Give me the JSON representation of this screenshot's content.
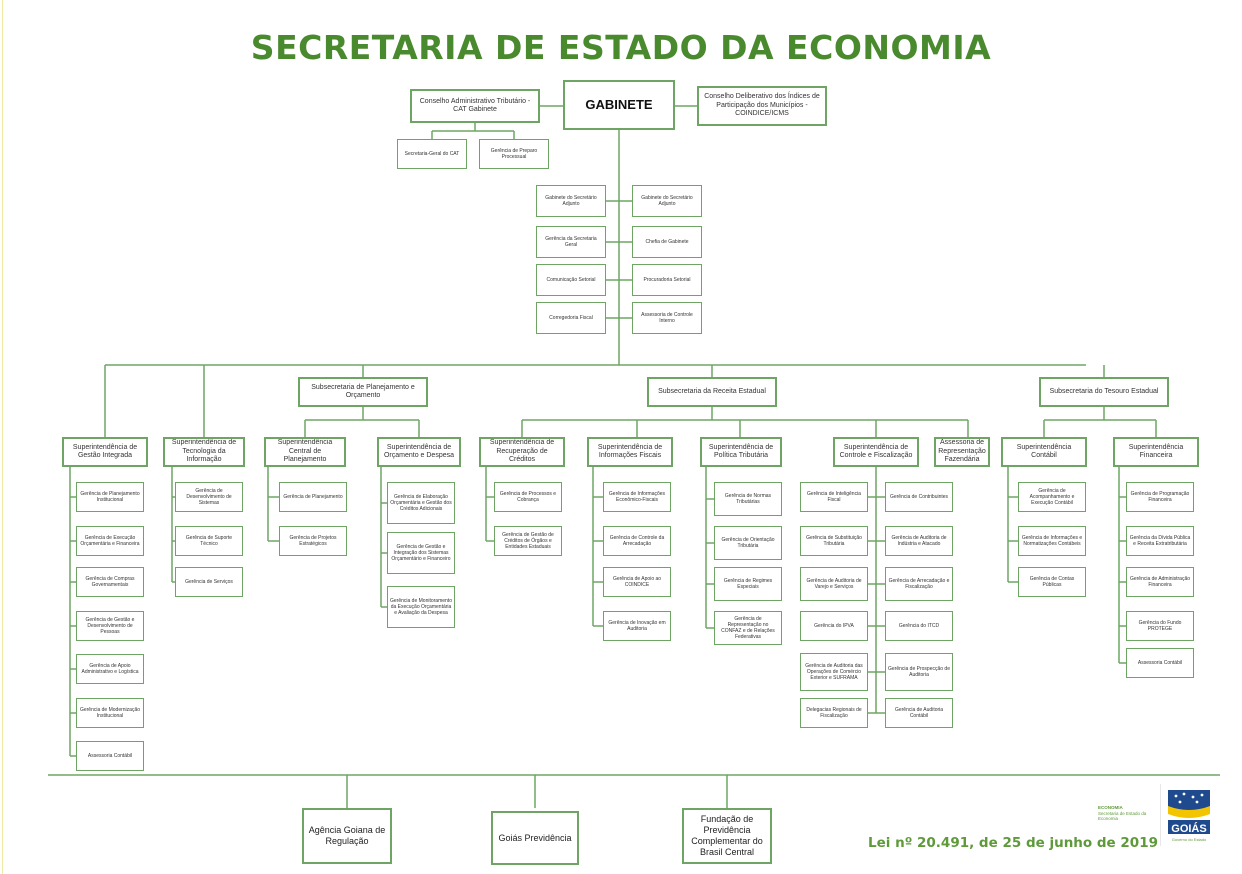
{
  "title": "SECRETARIA DE ESTADO DA ECONOMIA",
  "gabinete": "GABINETE",
  "conselho_cat": "Conselho Administrativo Tributário - CAT Gabinete",
  "conselho_coindice": "Conselho Deliberativo dos Índices de Participação dos Municípios - COINDICE/ICMS",
  "cat_units": [
    "Secretaria-Geral do CAT",
    "Gerência de Preparo Processual"
  ],
  "gabinete_units": [
    "Gabinete do Secretário Adjunto",
    "Gabinete do Secretário Adjunto",
    "Gerência da Secretaria Geral",
    "Chefia de Gabinete",
    "Comunicação Setorial",
    "Procuradoria Setorial",
    "Corregedoria Fiscal",
    "Assessoria de Controle Interno"
  ],
  "subsecretarias": [
    "Subsecretaria de Planejamento e Orçamento",
    "Subsecretaria da Receita Estadual",
    "Subsecretaria do Tesouro Estadual"
  ],
  "superintendencias": [
    {
      "name": "Superintendência de Gestão Integrada",
      "units": [
        "Gerência de Planejamento Institucional",
        "Gerência de Execução Orçamentária e Financeira",
        "Gerência de Compras Governamentais",
        "Gerência de Gestão e Desenvolvimento de Pessoas",
        "Gerência de Apoio Administrativo e Logística",
        "Gerência de Modernização Institucional",
        "Assessoria Contábil"
      ]
    },
    {
      "name": "Superintendência de Tecnologia da Informação",
      "units": [
        "Gerência de Desenvolvimento de Sistemas",
        "Gerência de Suporte Técnico",
        "Gerência de Serviços"
      ]
    },
    {
      "name": "Superintendência Central de Planejamento",
      "units": [
        "Gerência de Planejamento",
        "Gerência de Projetos Estratégicos"
      ]
    },
    {
      "name": "Superintendência de Orçamento e Despesa",
      "units": [
        "Gerência de Elaboração Orçamentária e Gestão dos Créditos Adicionais",
        "Gerência de Gestão e Integração dos Sistemas Orçamentário e Financeiro",
        "Gerência de Monitoramento da Execução Orçamentária e Avaliação da Despesa"
      ]
    },
    {
      "name": "Superintendência de Recuperação de Créditos",
      "units": [
        "Gerência de Processos e Cobrança",
        "Gerência de Gestão de Créditos de Órgãos e Entidades Estaduais"
      ]
    },
    {
      "name": "Superintendência de Informações Fiscais",
      "units": [
        "Gerência de Informações Econômico-Fiscais",
        "Gerência de Controle da Arrecadação",
        "Gerência de Apoio ao COINDICE",
        "Gerência de Inovação em Auditoria"
      ]
    },
    {
      "name": "Superintendência de Política Tributária",
      "units": [
        "Gerência de Normas Tributárias",
        "Gerência de Orientação Tributária",
        "Gerência de Regimes Especiais",
        "Gerência de Representação no CONFAZ e de Relações Federativas"
      ]
    },
    {
      "name": "Superintendência de Controle e Fiscalização",
      "units": [
        "Gerência de Inteligência Fiscal",
        "Gerência de Contribuintes",
        "Gerência de Substituição Tributária",
        "Gerência de Auditoria de Indústria e Atacado",
        "Gerência de Auditoria de Varejo e Serviços",
        "Gerência de Arrecadação e Fiscalização",
        "Gerência do IPVA",
        "Gerência do ITCD",
        "Gerência de Auditoria das Operações de Comércio Exterior e SUFRAMA",
        "Gerência de Prospecção de Auditoria",
        "Delegacias Regionais de Fiscalização",
        "Gerência de Auditoria Contábil"
      ]
    },
    {
      "name": "Assessoria de Representação Fazendária",
      "units": []
    },
    {
      "name": "Superintendência Contábil",
      "units": [
        "Gerência de Acompanhamento e Execução Contábil",
        "Gerência de Informações e Normatizações Contábeis",
        "Gerência de Contas Públicas"
      ]
    },
    {
      "name": "Superintendência Financeira",
      "units": [
        "Gerência de Programação Financeira",
        "Gerência da Dívida Pública e Receita Extratributária",
        "Gerência de Administração Financeira",
        "Gerência do Fundo PROTEGE",
        "Assessoria Contábil"
      ]
    }
  ],
  "entities": [
    "Agência Goiana de Regulação",
    "Goiás Previdência",
    "Fundação de Previdência Complementar do Brasil Central"
  ],
  "law": "Lei nº 20.491, de 25 de junho de 2019",
  "logo": {
    "economia": "ECONOMIA",
    "economia_sub": "Secretaria de Estado da Economia",
    "goias": "GOIÁS",
    "goias_top": "Governo do Estado"
  },
  "colors": {
    "line": "#6ea564",
    "title": "#4a8a2e",
    "logo_yellow": "#f2c500",
    "logo_blue": "#1f4b8e"
  }
}
